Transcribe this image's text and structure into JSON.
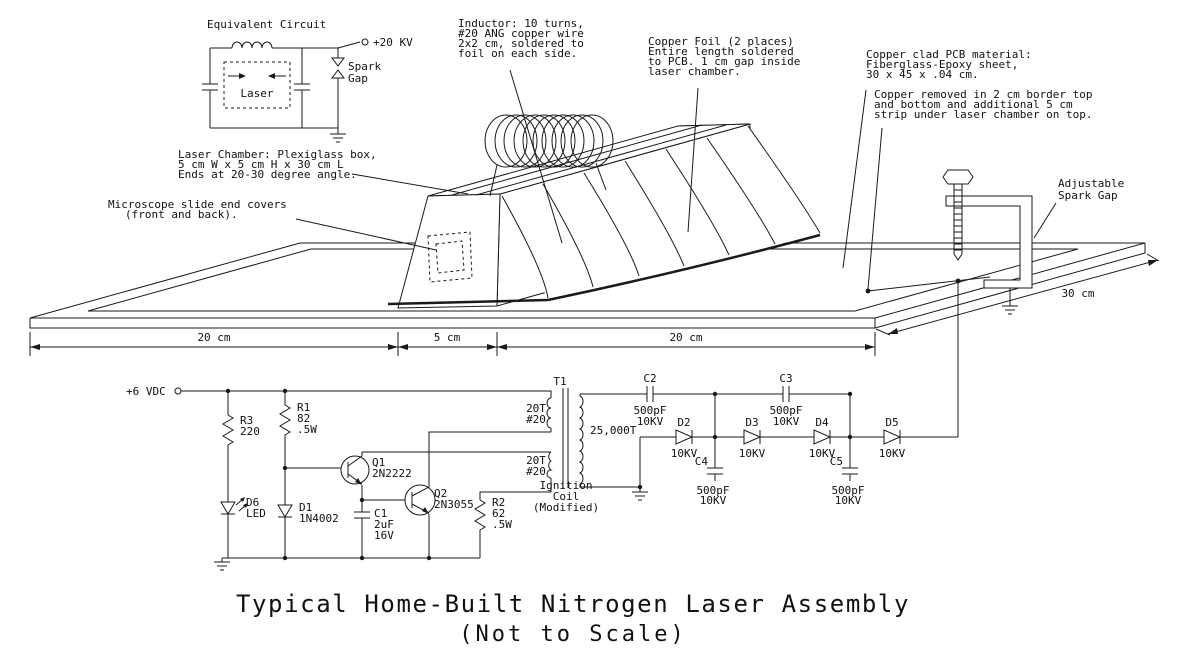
{
  "title": {
    "main": "Typical Home-Built Nitrogen Laser Assembly",
    "sub": "(Not to Scale)"
  },
  "equivalent_circuit": {
    "heading": "Equivalent Circuit",
    "laser": "Laser",
    "spark": "Spark",
    "gap": "Gap",
    "hv": "+20 KV"
  },
  "annotations": {
    "inductor": [
      "Inductor: 10 turns,",
      "#20 ANG copper wire",
      "2x2 cm, soldered to",
      "foil on each side."
    ],
    "copper_foil": [
      "Copper Foil (2 places)",
      "Entire length soldered",
      "to PCB. 1 cm gap inside",
      "laser chamber."
    ],
    "pcb": [
      "Copper clad PCB material:",
      "Fiberglass-Epoxy sheet,",
      "30 x 45 x .04 cm."
    ],
    "copper_removed": [
      "Copper removed in 2 cm border top",
      "and bottom and additional 5 cm",
      "strip under laser chamber on top."
    ],
    "chamber": [
      "Laser Chamber: Plexiglass box,",
      "5 cm W x 5 cm H x 30 cm L",
      "Ends at 20-30 degree angle."
    ],
    "slides": [
      "Microscope slide end covers",
      "(front and back)."
    ],
    "spark_gap": [
      "Adjustable",
      "Spark Gap"
    ]
  },
  "dimensions": {
    "left": "20 cm",
    "mid": "5 cm",
    "right": "20 cm",
    "depth": "30 cm"
  },
  "schematic": {
    "supply": "+6 VDC",
    "r3": {
      "name": "R3",
      "value": "220"
    },
    "d6": {
      "name": "D6",
      "value": "LED"
    },
    "r1": {
      "name": "R1",
      "value": "82",
      "watt": ".5W"
    },
    "d1": {
      "name": "D1",
      "value": "1N4002"
    },
    "q1": {
      "name": "Q1",
      "value": "2N2222"
    },
    "q2": {
      "name": "Q2",
      "value": "2N3055"
    },
    "c1": {
      "name": "C1",
      "value": "2uF",
      "volt": "16V"
    },
    "r2": {
      "name": "R2",
      "value": "62",
      "watt": ".5W"
    },
    "t1": {
      "name": "T1",
      "pri_top": [
        "20T",
        "#20"
      ],
      "pri_bot": [
        "20T",
        "#20"
      ],
      "sec": "25,000T",
      "coil": [
        "Ignition",
        "Coil",
        "(Modified)"
      ]
    },
    "c2": {
      "name": "C2",
      "value": "500pF",
      "volt": "10KV"
    },
    "c3": {
      "name": "C3",
      "value": "500pF",
      "volt": "10KV"
    },
    "c4": {
      "name": "C4",
      "value": "500pF",
      "volt": "10KV"
    },
    "c5": {
      "name": "C5",
      "value": "500pF",
      "volt": "10KV"
    },
    "d2": {
      "name": "D2",
      "volt": "10KV"
    },
    "d3": {
      "name": "D3",
      "volt": "10KV"
    },
    "d4": {
      "name": "D4",
      "volt": "10KV"
    },
    "d5": {
      "name": "D5",
      "volt": "10KV"
    }
  }
}
